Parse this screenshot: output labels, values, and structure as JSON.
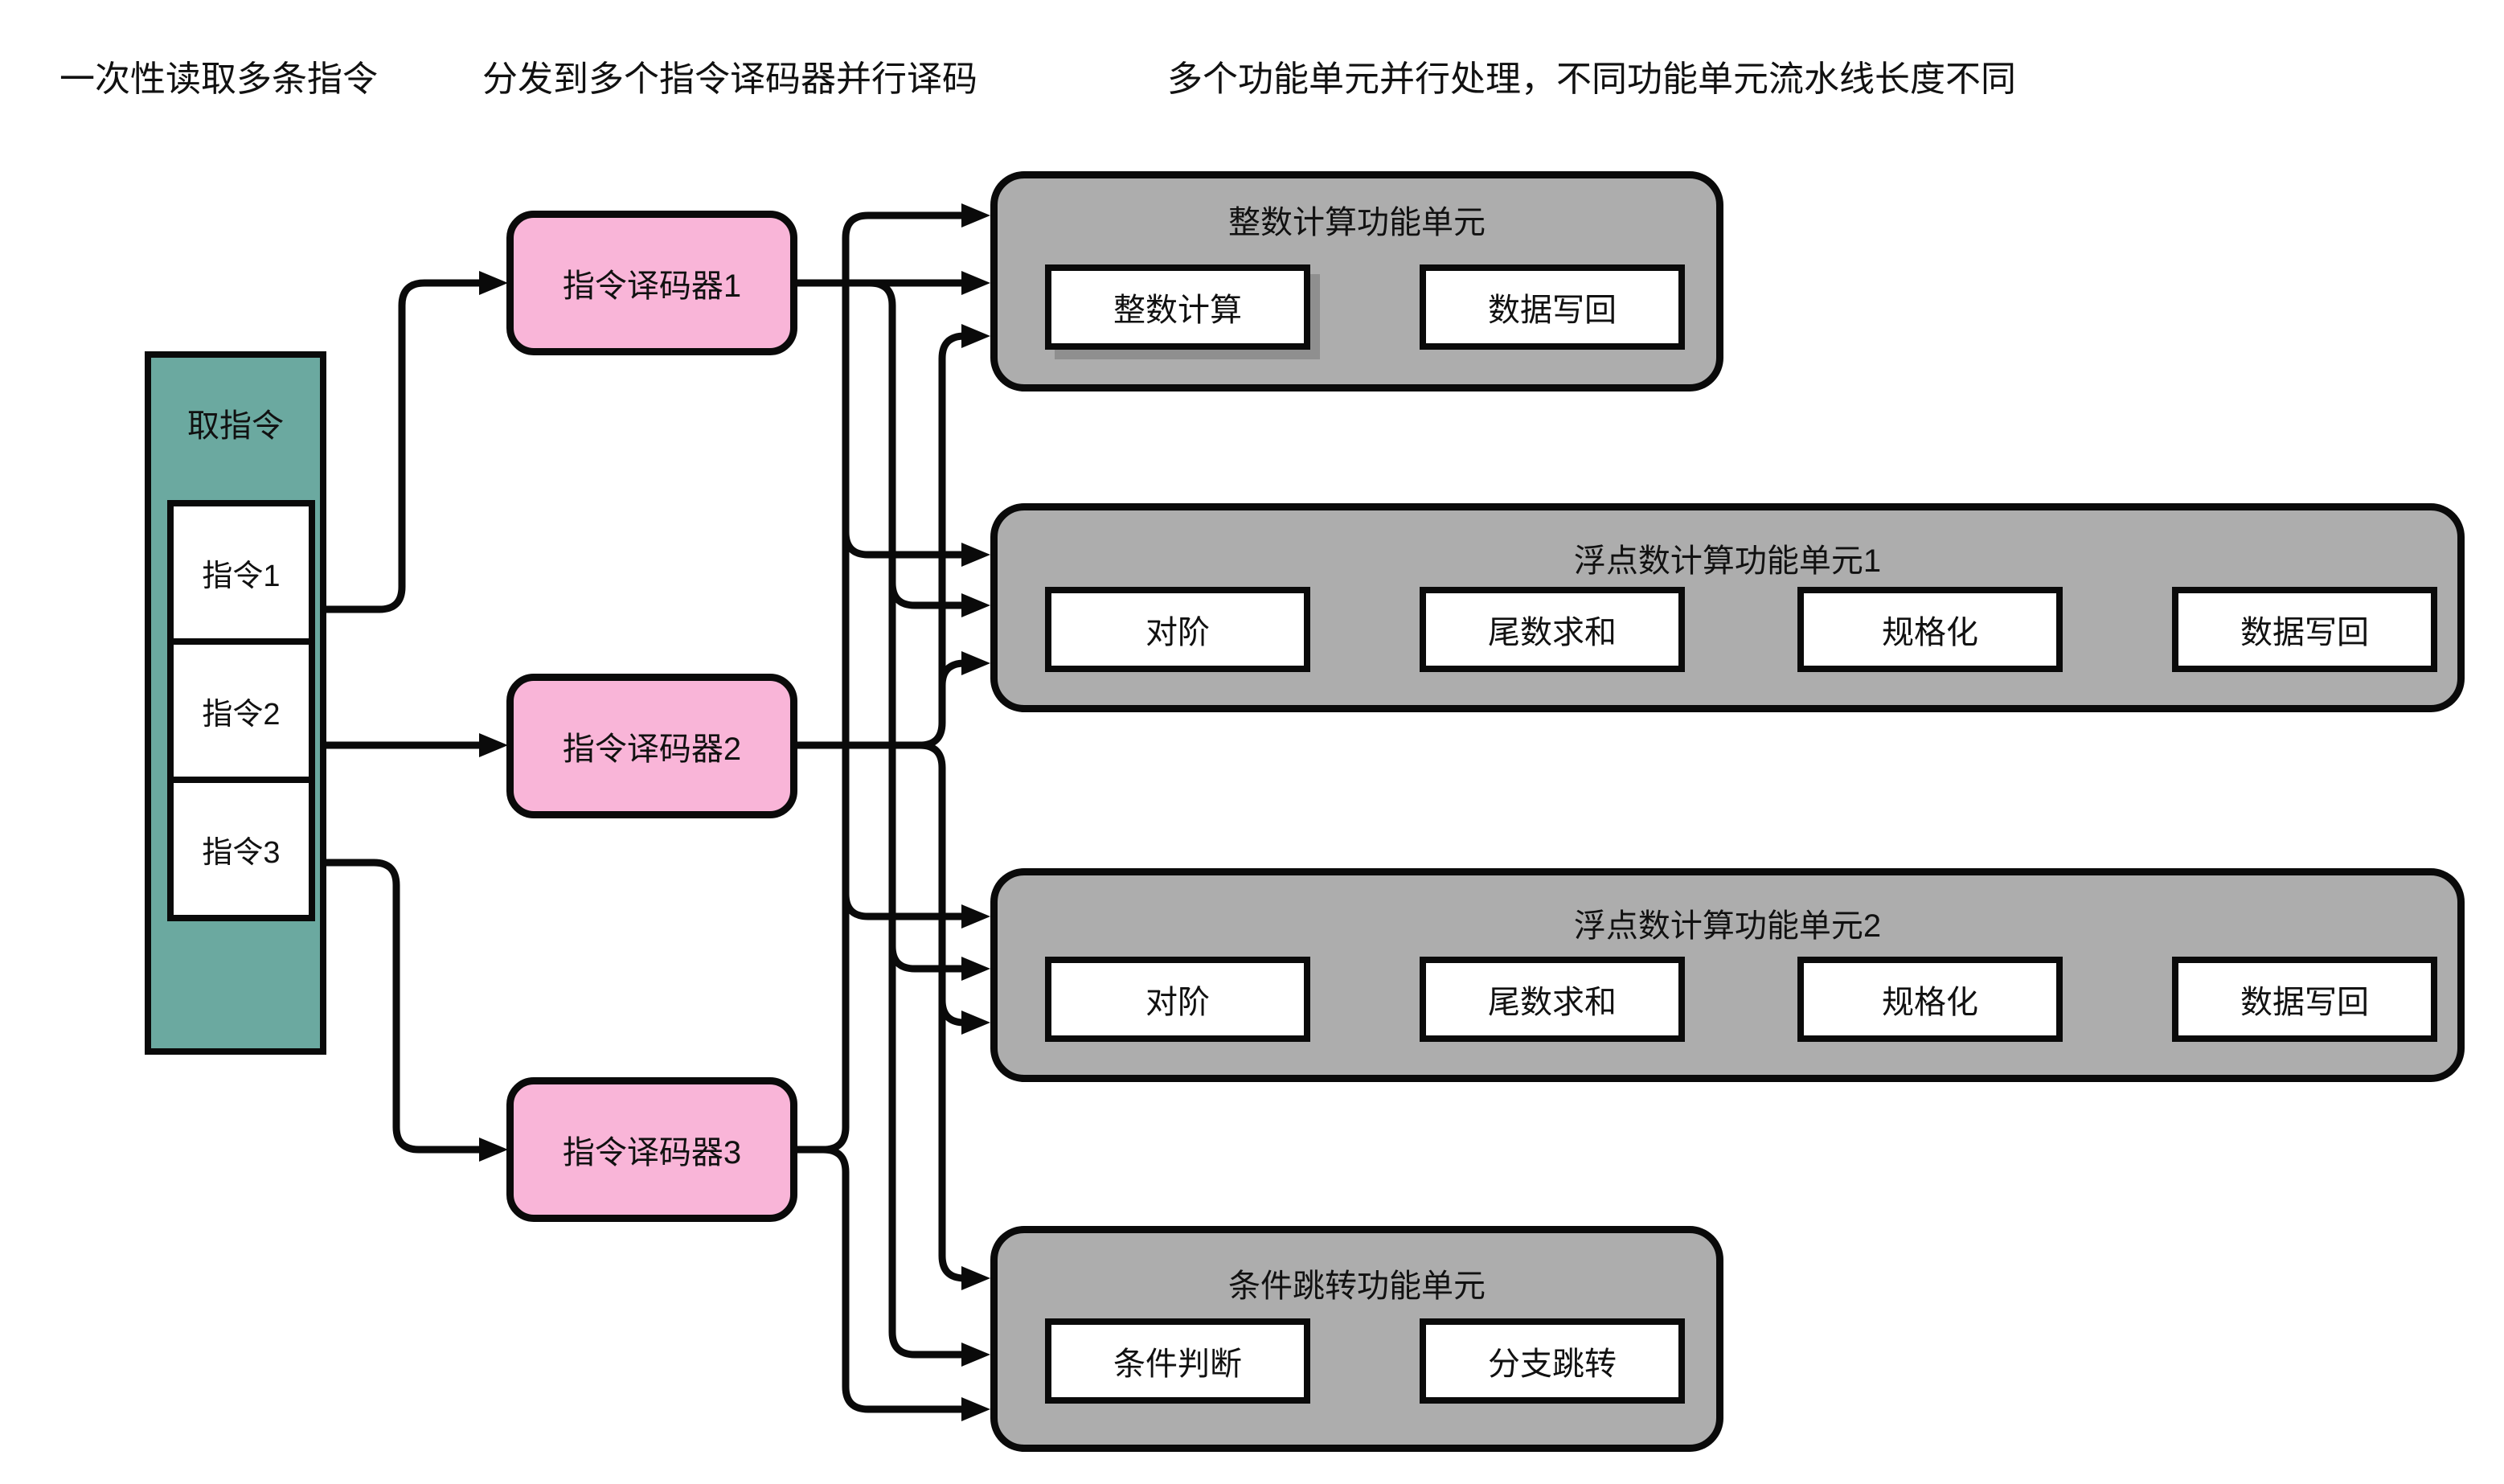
{
  "annotations": {
    "fetch": "一次性读取多条指令",
    "dispatch": "分发到多个指令译码器并行译码",
    "execute": "多个功能单元并行处理，不同功能单元流水线长度不同"
  },
  "fetch_unit": {
    "title": "取指令",
    "instructions": [
      "指令1",
      "指令2",
      "指令3"
    ]
  },
  "decoders": [
    "指令译码器1",
    "指令译码器2",
    "指令译码器3"
  ],
  "functional_units": [
    {
      "title": "整数计算功能单元",
      "stages": [
        "整数计算",
        "数据写回"
      ]
    },
    {
      "title": "浮点数计算功能单元1",
      "stages": [
        "对阶",
        "尾数求和",
        "规格化",
        "数据写回"
      ]
    },
    {
      "title": "浮点数计算功能单元2",
      "stages": [
        "对阶",
        "尾数求和",
        "规格化",
        "数据写回"
      ]
    },
    {
      "title": "条件跳转功能单元",
      "stages": [
        "条件判断",
        "分支跳转"
      ]
    }
  ],
  "colors": {
    "fetch_unit_fill": "#6BA9A0",
    "decoder_fill": "#F9B5D8",
    "unit_fill": "#ADADAD",
    "line": "#0a0a0a",
    "background": "#ffffff"
  }
}
